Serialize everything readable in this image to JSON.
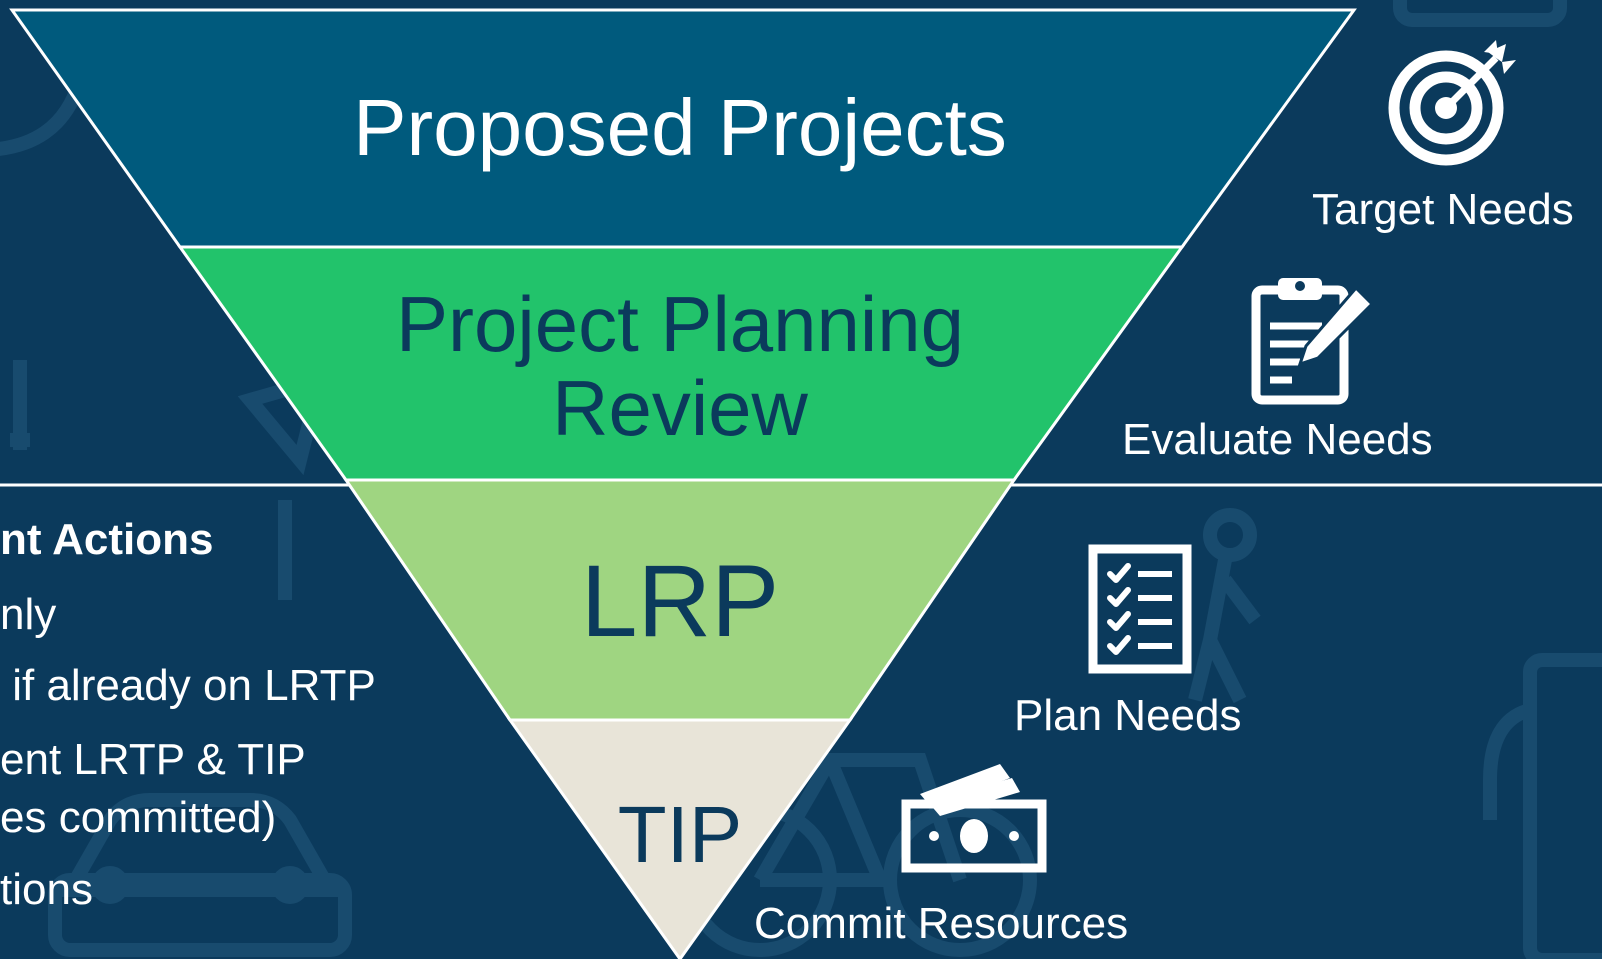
{
  "colors": {
    "background": "#0b3a5c",
    "divider": "#ffffff",
    "level_proposed": "#005a7d",
    "level_planning": "#22c36b",
    "level_lrp": "#9fd581",
    "level_tip": "#e8e4d8",
    "label_light": "#ffffff",
    "label_dark": "#0b3a5c"
  },
  "funnel": {
    "levels": [
      {
        "label": "Proposed Projects"
      },
      {
        "label_line1": "Project Planning",
        "label_line2": "Review"
      },
      {
        "label": "LRP"
      },
      {
        "label": "TIP"
      }
    ]
  },
  "steps": [
    {
      "label": "Target Needs",
      "icon": "target-arrow-icon"
    },
    {
      "label": "Evaluate Needs",
      "icon": "clipboard-pencil-icon"
    },
    {
      "label": "Plan Needs",
      "icon": "checklist-icon"
    },
    {
      "label": "Commit Resources",
      "icon": "money-stack-icon"
    }
  ],
  "left_panel": {
    "heading": "nt Actions",
    "lines": [
      "nly",
      " if already on LRTP",
      "ent LRTP & TIP",
      "es committed)",
      "tions"
    ]
  },
  "background_icons": [
    "bicycle-icon",
    "car-icon",
    "pedestrian-icon",
    "bus-icon",
    "ev-charger-icon"
  ]
}
